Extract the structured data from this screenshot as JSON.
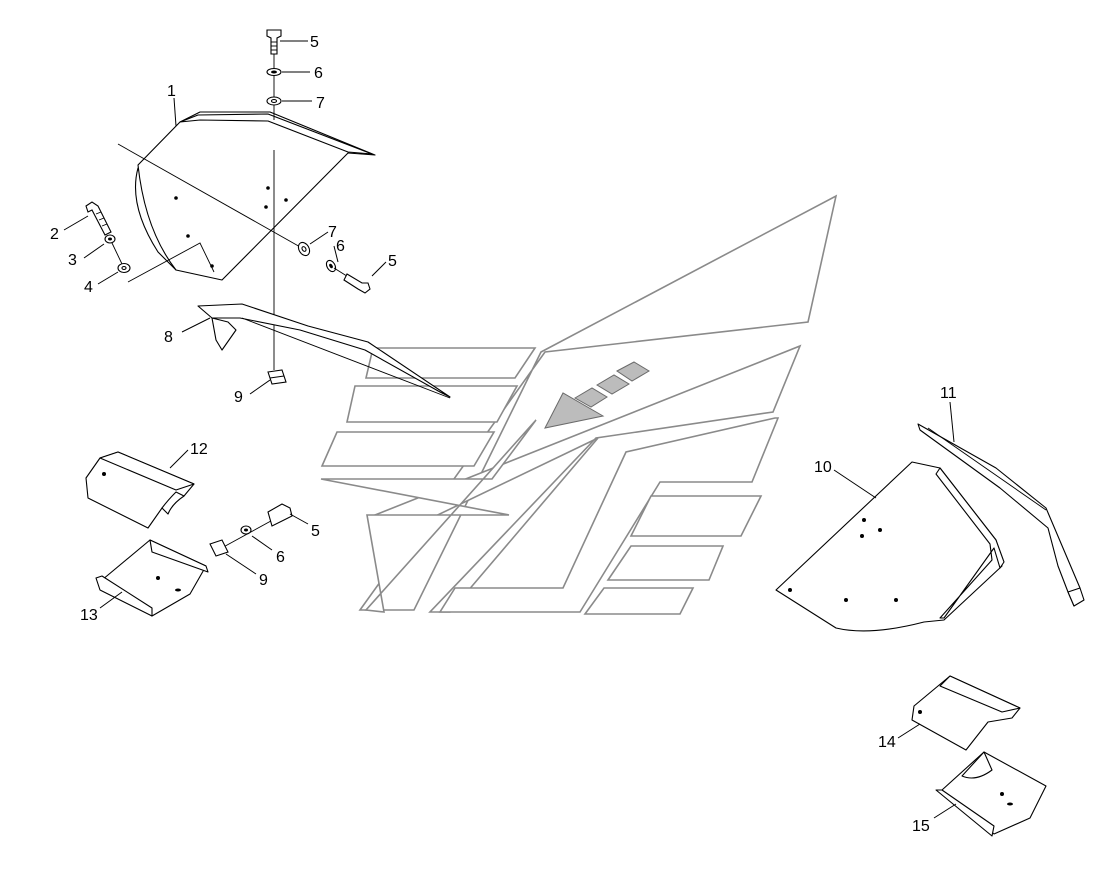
{
  "diagram": {
    "callouts": [
      {
        "id": "c1",
        "text": "1"
      },
      {
        "id": "c2",
        "text": "2"
      },
      {
        "id": "c3",
        "text": "3"
      },
      {
        "id": "c4",
        "text": "4"
      },
      {
        "id": "c5a",
        "text": "5"
      },
      {
        "id": "c6a",
        "text": "6"
      },
      {
        "id": "c7a",
        "text": "7"
      },
      {
        "id": "c7b",
        "text": "7"
      },
      {
        "id": "c6b",
        "text": "6"
      },
      {
        "id": "c5b",
        "text": "5"
      },
      {
        "id": "c8",
        "text": "8"
      },
      {
        "id": "c9a",
        "text": "9"
      },
      {
        "id": "c10",
        "text": "10"
      },
      {
        "id": "c11",
        "text": "11"
      },
      {
        "id": "c12",
        "text": "12"
      },
      {
        "id": "c13",
        "text": "13"
      },
      {
        "id": "c5c",
        "text": "5"
      },
      {
        "id": "c6c",
        "text": "6"
      },
      {
        "id": "c9b",
        "text": "9"
      },
      {
        "id": "c14",
        "text": "14"
      },
      {
        "id": "c15",
        "text": "15"
      }
    ]
  }
}
